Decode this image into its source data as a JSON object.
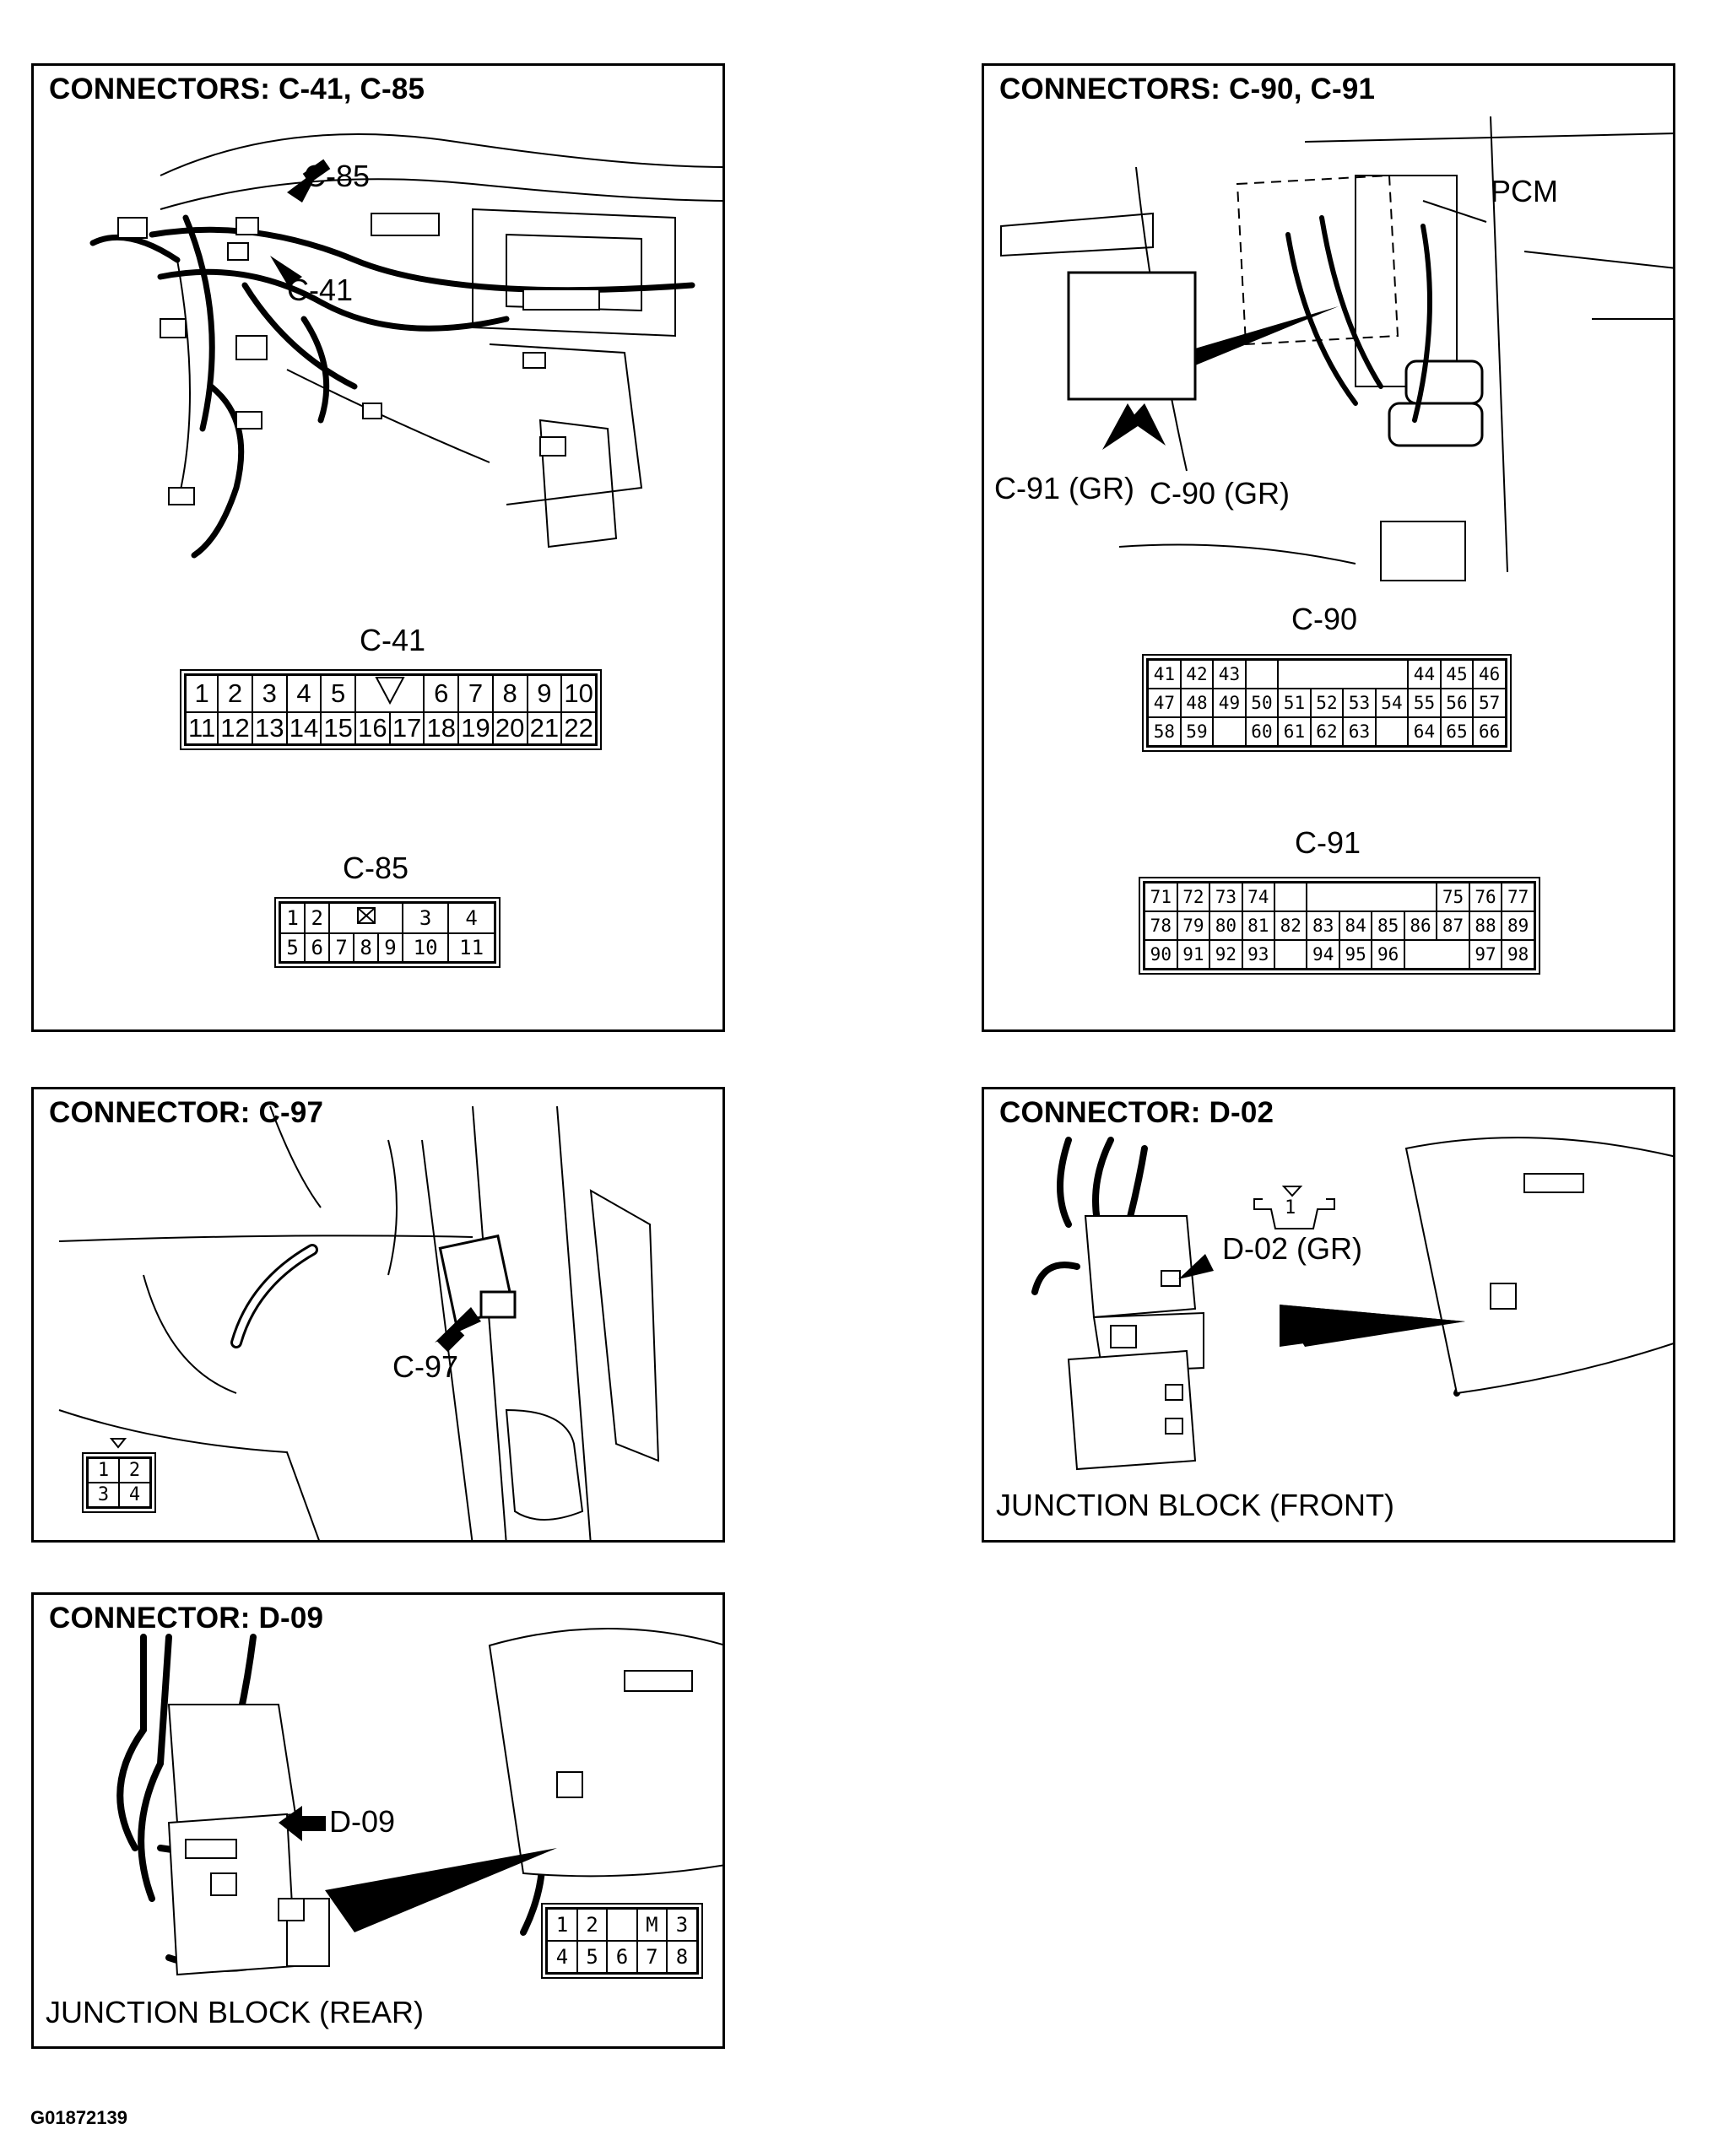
{
  "panels": {
    "c41_c85": {
      "title": "CONNECTORS: C-41, C-85",
      "callouts": {
        "c85": "C-85",
        "c41": "C-41"
      },
      "c41": {
        "label": "C-41",
        "row1": [
          "1",
          "2",
          "3",
          "4",
          "5",
          "",
          "6",
          "7",
          "8",
          "9",
          "10"
        ],
        "row2": [
          "11",
          "12",
          "13",
          "14",
          "15",
          "16",
          "17",
          "18",
          "19",
          "20",
          "21",
          "22"
        ]
      },
      "c85": {
        "label": "C-85",
        "row1": [
          "1",
          "2",
          "3",
          "4"
        ],
        "row2": [
          "5",
          "6",
          "7",
          "8",
          "9",
          "10",
          "11"
        ]
      }
    },
    "c90_c91": {
      "title": "CONNECTORS: C-90, C-91",
      "callouts": {
        "pcm": "PCM",
        "c91": "C-91 (GR)",
        "c90": "C-90 (GR)"
      },
      "c90": {
        "label": "C-90",
        "row1": [
          "41",
          "42",
          "43",
          "",
          "",
          "",
          "",
          "44",
          "45",
          "46"
        ],
        "row2": [
          "47",
          "48",
          "49",
          "50",
          "51",
          "52",
          "53",
          "54",
          "55",
          "56",
          "57"
        ],
        "row3": [
          "58",
          "59",
          "",
          "60",
          "61",
          "62",
          "63",
          "",
          "64",
          "65",
          "66"
        ]
      },
      "c91": {
        "label": "C-91",
        "row1": [
          "71",
          "72",
          "73",
          "74",
          "",
          "",
          "",
          "",
          "75",
          "76",
          "77"
        ],
        "row2": [
          "78",
          "79",
          "80",
          "81",
          "82",
          "83",
          "84",
          "85",
          "86",
          "87",
          "88",
          "89"
        ],
        "row3": [
          "90",
          "91",
          "92",
          "93",
          "",
          "94",
          "95",
          "96",
          "",
          "",
          "97",
          "98"
        ]
      }
    },
    "c97": {
      "title": "CONNECTOR: C-97",
      "callout": "C-97",
      "pins": [
        "1",
        "2",
        "3",
        "4"
      ]
    },
    "d02": {
      "title": "CONNECTOR: D-02",
      "callout": "D-02 (GR)",
      "pin": "1",
      "caption": "JUNCTION BLOCK (FRONT)"
    },
    "d09": {
      "title": "CONNECTOR: D-09",
      "callout": "D-09",
      "row1": [
        "1",
        "2",
        "M",
        "3"
      ],
      "row2": [
        "4",
        "5",
        "6",
        "7",
        "8"
      ],
      "caption": "JUNCTION BLOCK (REAR)"
    }
  },
  "figure_id": "G01872139"
}
